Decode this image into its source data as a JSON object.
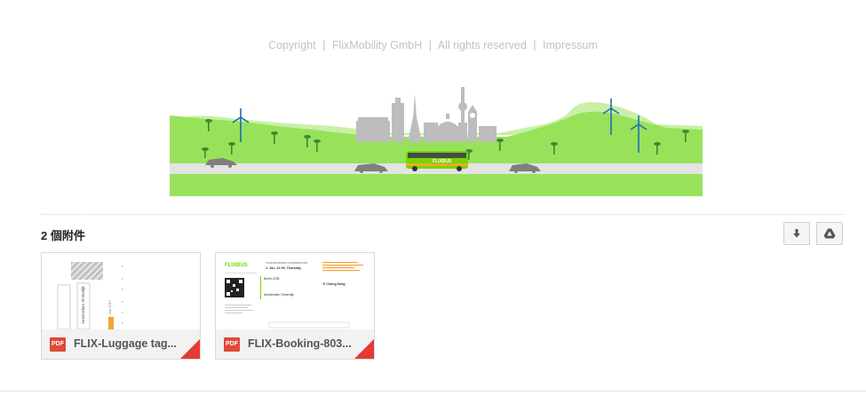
{
  "footer": {
    "copyright": "Copyright",
    "company": "FlixMobility GmbH",
    "rights": "All rights reserved",
    "impressum": "Impressum",
    "separator": "|"
  },
  "banner": {
    "bus_logo_text": "FLIXBUS",
    "colors": {
      "grass": "#97e25a",
      "grass_light": "#c9f0a6",
      "road": "#e3e3e3",
      "bus": "#73d700",
      "skyline": "#bdbdbd",
      "turbine": "#1f6fb2"
    }
  },
  "attachments": {
    "count_label": "2 個附件",
    "download_icon": "download-arrow-icon",
    "drive_icon": "google-drive-icon",
    "items": [
      {
        "file_name": "FLIX-Luggage tag...",
        "type_label": "PDF",
        "thumb_texts": {
          "dest": "Amsterdam Sloterdijk",
          "date": "18. Jun 2017"
        }
      },
      {
        "file_name": "FLIX-Booking-803...",
        "type_label": "PDF",
        "thumb_texts": {
          "brand": "FLIXBUS",
          "heading": "YOUR BOOKING CONFIRMATION",
          "date": "1. Jun, 21:00, Thursday",
          "from": "Berlin ZOB",
          "to": "Amsterdam Sloterdijk",
          "passenger": "Yi Chung Kang"
        }
      }
    ]
  },
  "colors": {
    "pdf_red": "#dd4b39",
    "accent_orange": "#f5a33a",
    "corner_red": "#e53935"
  }
}
